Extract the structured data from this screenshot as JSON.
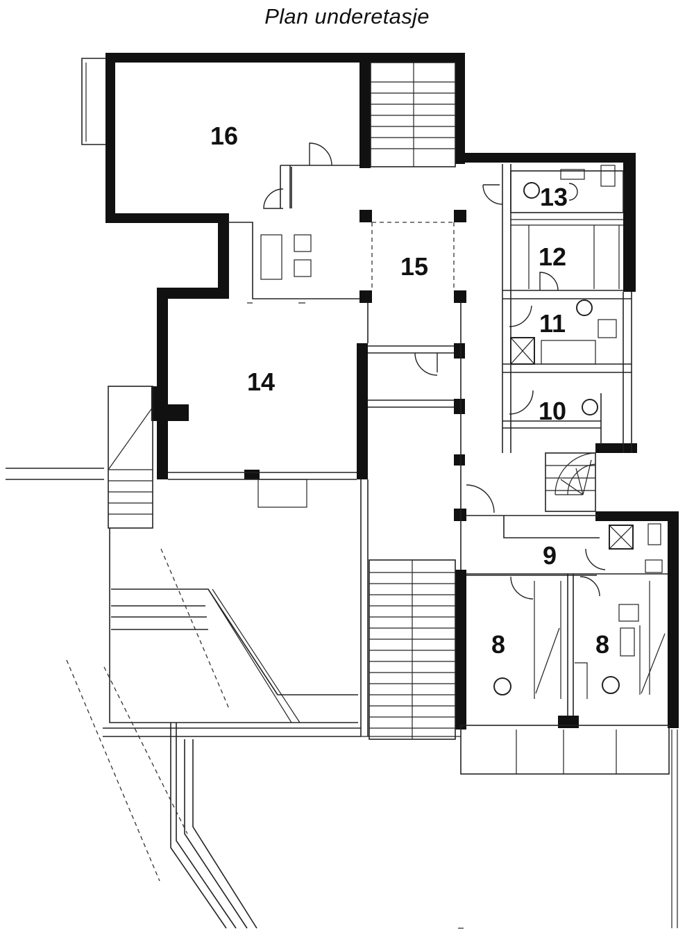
{
  "title": "Plan underetasje",
  "rooms": [
    {
      "id": "16",
      "label": "16"
    },
    {
      "id": "15",
      "label": "15"
    },
    {
      "id": "14",
      "label": "14"
    },
    {
      "id": "13",
      "label": "13"
    },
    {
      "id": "12",
      "label": "12"
    },
    {
      "id": "11",
      "label": "11"
    },
    {
      "id": "10",
      "label": "10"
    },
    {
      "id": "9",
      "label": "9"
    },
    {
      "id": "8a",
      "label": "8"
    },
    {
      "id": "8b",
      "label": "8"
    }
  ]
}
